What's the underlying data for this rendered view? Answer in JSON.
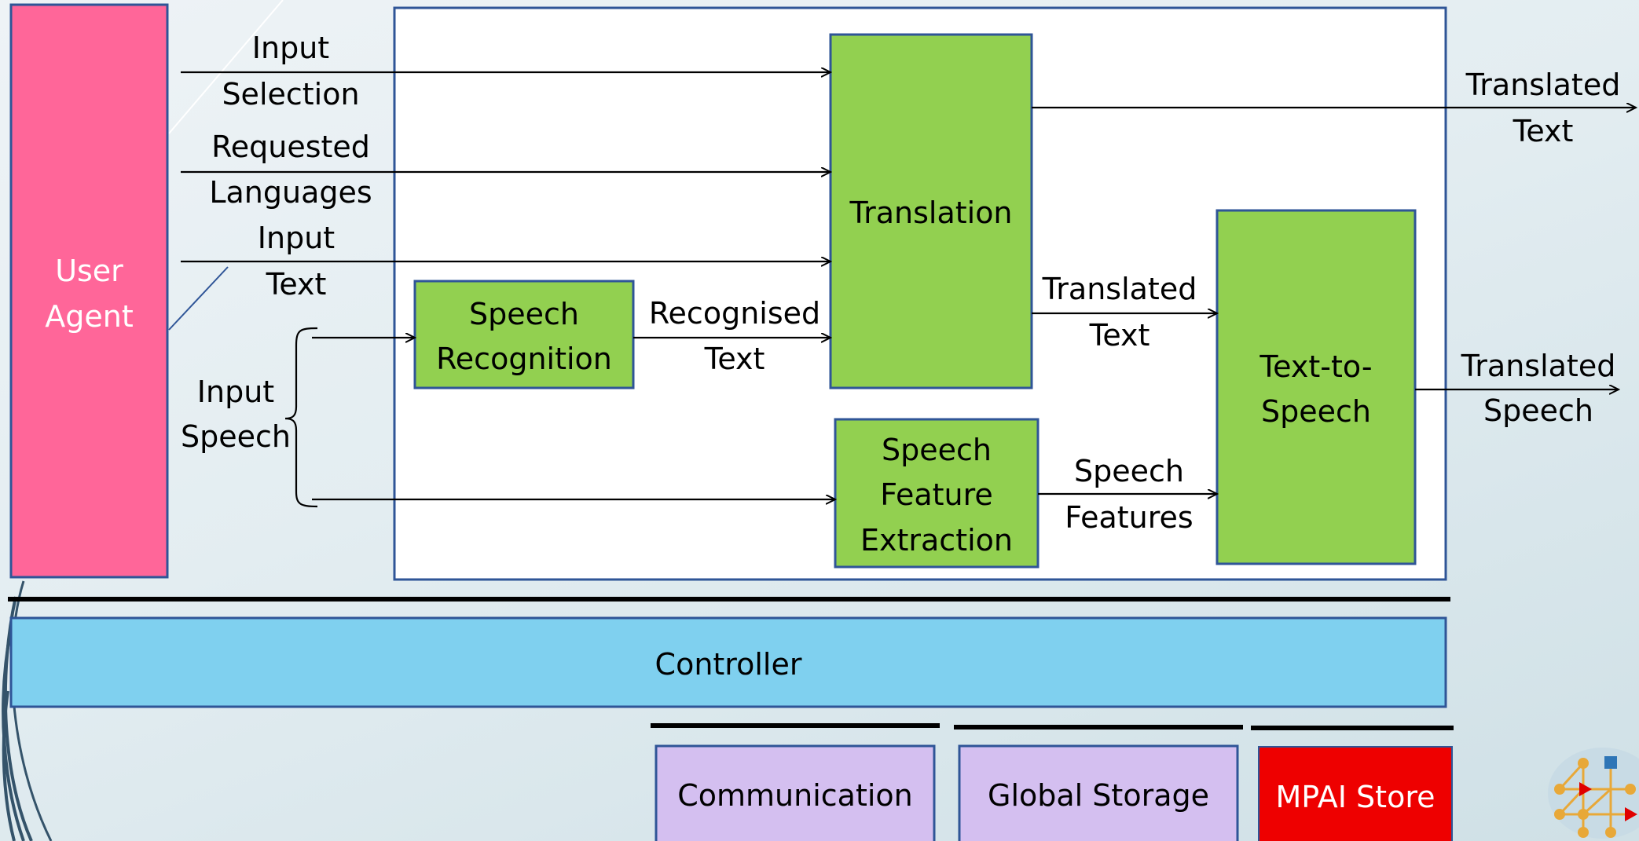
{
  "blocks": {
    "user_agent": [
      "User",
      "Agent"
    ],
    "translation": "Translation",
    "speech_recognition": [
      "Speech",
      "Recognition"
    ],
    "speech_feature_extraction": [
      "Speech",
      "Feature",
      "Extraction"
    ],
    "text_to_speech": [
      "Text-to-",
      "Speech"
    ],
    "controller": "Controller",
    "communication": "Communication",
    "global_storage": "Global Storage",
    "mpai_store": "MPAI Store"
  },
  "signals": {
    "input_selection": [
      "Input",
      "Selection"
    ],
    "requested_languages": [
      "Requested",
      "Languages"
    ],
    "input_text": [
      "Input",
      "Text"
    ],
    "input_speech": [
      "Input",
      "Speech"
    ],
    "recognised_text": [
      "Recognised",
      "Text"
    ],
    "translated_text_internal": [
      "Translated",
      "Text"
    ],
    "speech_features": [
      "Speech",
      "Features"
    ],
    "translated_text_output": [
      "Translated",
      "Text"
    ],
    "translated_speech_output": [
      "Translated",
      "Speech"
    ]
  },
  "colors": {
    "user_agent": "#ff6699",
    "aim_block": "#92d050",
    "controller": "#7fd0ef",
    "infrastructure": "#d4bff0",
    "mpai_store": "#ee0000",
    "border": "#2f5597"
  }
}
